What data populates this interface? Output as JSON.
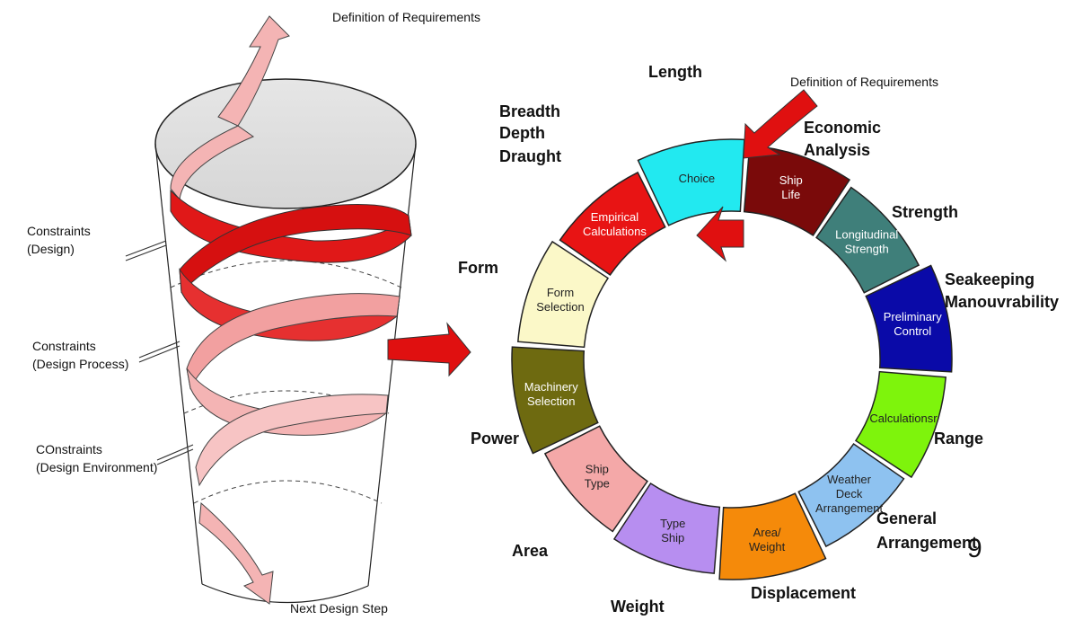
{
  "spiral": {
    "top_label": "Definition of Requirements",
    "bottom_label": "Next Design Step",
    "constraints": [
      {
        "line1": "Constraints",
        "line2": "(Design)"
      },
      {
        "line1": "Constraints",
        "line2": "(Design Process)"
      },
      {
        "line1": "COnstraints",
        "line2": "(Design Environment)"
      }
    ]
  },
  "wheel": {
    "requirements_label": "Definition of Requirements",
    "segments": [
      {
        "lines": [
          "Choice"
        ],
        "color": "#22e9f0",
        "text_color": "#222222"
      },
      {
        "lines": [
          "Ship",
          "Life"
        ],
        "color": "#7a0a0a",
        "text_color": "#ffffff"
      },
      {
        "lines": [
          "Longitudinal",
          "Strength"
        ],
        "color": "#3f7f7a",
        "text_color": "#ffffff"
      },
      {
        "lines": [
          "Preliminary",
          "Control"
        ],
        "color": "#0a0aa8",
        "text_color": "#ffffff"
      },
      {
        "lines": [
          "Calculationsr"
        ],
        "color": "#7ef40c",
        "text_color": "#222222"
      },
      {
        "lines": [
          "Weather",
          "Deck",
          "Arrangement"
        ],
        "color": "#8ec2f0",
        "text_color": "#222222"
      },
      {
        "lines": [
          "Area/",
          "Weight"
        ],
        "color": "#f58a0a",
        "text_color": "#222222"
      },
      {
        "lines": [
          "Type",
          "Ship"
        ],
        "color": "#b78ef0",
        "text_color": "#222222"
      },
      {
        "lines": [
          "Ship",
          "Type"
        ],
        "color": "#f4a8a8",
        "text_color": "#222222"
      },
      {
        "lines": [
          "Machinery",
          "Selection"
        ],
        "color": "#6e6a10",
        "text_color": "#ffffff"
      },
      {
        "lines": [
          "Form",
          "Selection"
        ],
        "color": "#fbf8c8",
        "text_color": "#222222"
      },
      {
        "lines": [
          "Empirical",
          "Calculations"
        ],
        "color": "#e81414",
        "text_color": "#ffffff"
      }
    ],
    "outer_labels": {
      "length": "Length",
      "breadth": "Breadth",
      "depth": "Depth",
      "draught": "Draught",
      "economic": "Economic",
      "analysis": "Analysis",
      "strength": "Strength",
      "seakeeping": "Seakeeping",
      "manouvrability": "Manouvrability",
      "range": "Range",
      "general": "General",
      "arrangement": "Arrangement",
      "displacement": "Displacement",
      "weight": "Weight",
      "area": "Area",
      "power": "Power",
      "form": "Form"
    }
  },
  "page_number": "9"
}
